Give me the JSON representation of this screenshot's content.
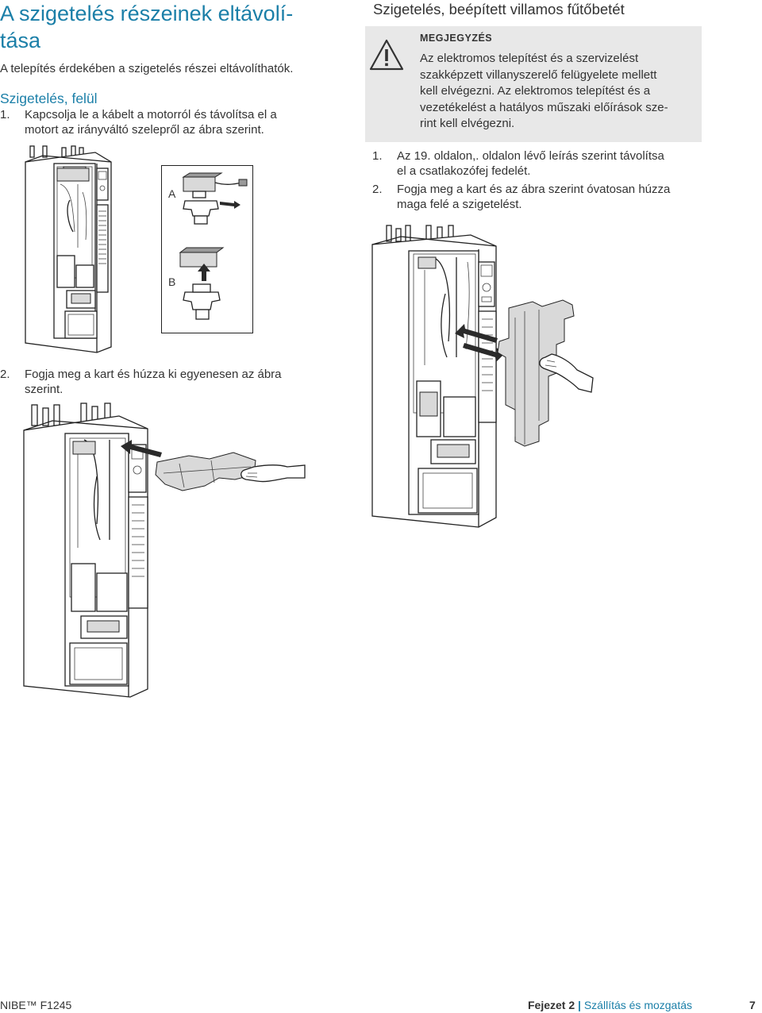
{
  "left": {
    "title": "A szigetelés részeinek eltávolí-tása",
    "title_line1": "A szigetelés részeinek eltávolí-",
    "title_line2": "tása",
    "intro": "A telepítés érdekében a szigetelés részei eltávolíthatók.",
    "subtitle": "Szigetelés, felül",
    "step1_num": "1.",
    "step1_line1": "Kapcsolja le a kábelt a motorról és távolítsa el a",
    "step1_line2": "motort az irányváltó szelepről az ábra szerint.",
    "step2_num": "2.",
    "step2_line1": "Fogja meg a kart és húzza ki egyenesen az ábra",
    "step2_line2": "szerint.",
    "figure_label_a": "A",
    "figure_label_b": "B"
  },
  "right": {
    "title": "Szigetelés, beépített villamos fűtőbetét",
    "note_title": "MEGJEGYZÉS",
    "note_lines": [
      "Az elektromos telepítést és a szervizelést",
      "szakképzett villanyszerelő felügyelete mellett",
      "kell elvégezni. Az elektromos telepítést és a",
      "vezetékelést a hatályos műszaki előírások sze-",
      "rint kell elvégezni."
    ],
    "step1_num": "1.",
    "step1_line1": "Az 19. oldalon,. oldalon lévő leírás szerint távolítsa",
    "step1_line2": "el a csatlakozófej fedelét.",
    "step2_num": "2.",
    "step2_line1": "Fogja meg a kart és az ábra szerint óvatosan húzza",
    "step2_line2": "maga felé a szigetelést."
  },
  "footer": {
    "product": "NIBE™ F1245",
    "chapter_label": "Fejezet 2",
    "separator": "|",
    "chapter_title": "Szállítás és mozgatás",
    "page_number": "7"
  },
  "icons": {
    "warning": "warning-triangle-icon"
  },
  "colors": {
    "heading_blue": "#1b7fa8",
    "note_background": "#e8e8e8",
    "text": "#333333"
  }
}
